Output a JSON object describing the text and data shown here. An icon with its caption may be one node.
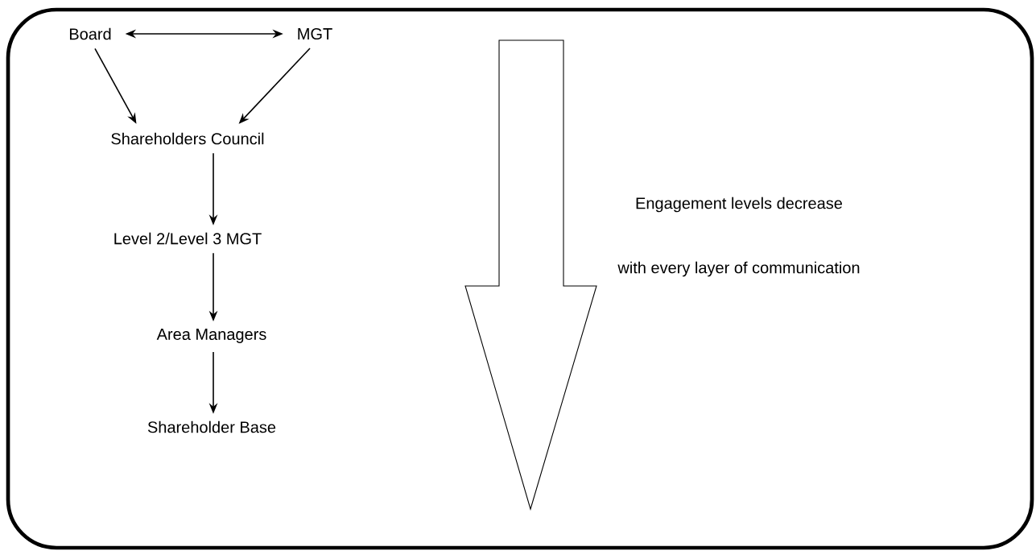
{
  "diagram": {
    "nodes": [
      {
        "text": [
          "Board"
        ]
      },
      {
        "text": [
          "MGT"
        ]
      },
      {
        "text": [
          "Shareholders Council"
        ]
      },
      {
        "text": [
          "Level 2/Level 3 MGT"
        ]
      },
      {
        "text": [
          "Area  Managers"
        ]
      },
      {
        "text": [
          "Shareholder Base"
        ]
      }
    ],
    "edges": [
      {
        "from": 0,
        "to": 1,
        "arrow": "both"
      },
      {
        "from": 0,
        "to": 2,
        "arrow": "to"
      },
      {
        "from": 1,
        "to": 2,
        "arrow": "to"
      },
      {
        "from": 2,
        "to": 3,
        "arrow": "to"
      },
      {
        "from": 3,
        "to": 4,
        "arrow": "to"
      },
      {
        "from": 4,
        "to": 5,
        "arrow": "to"
      }
    ],
    "labels": [
      "Engagement levels decrease",
      "with every layer of communication"
    ]
  }
}
